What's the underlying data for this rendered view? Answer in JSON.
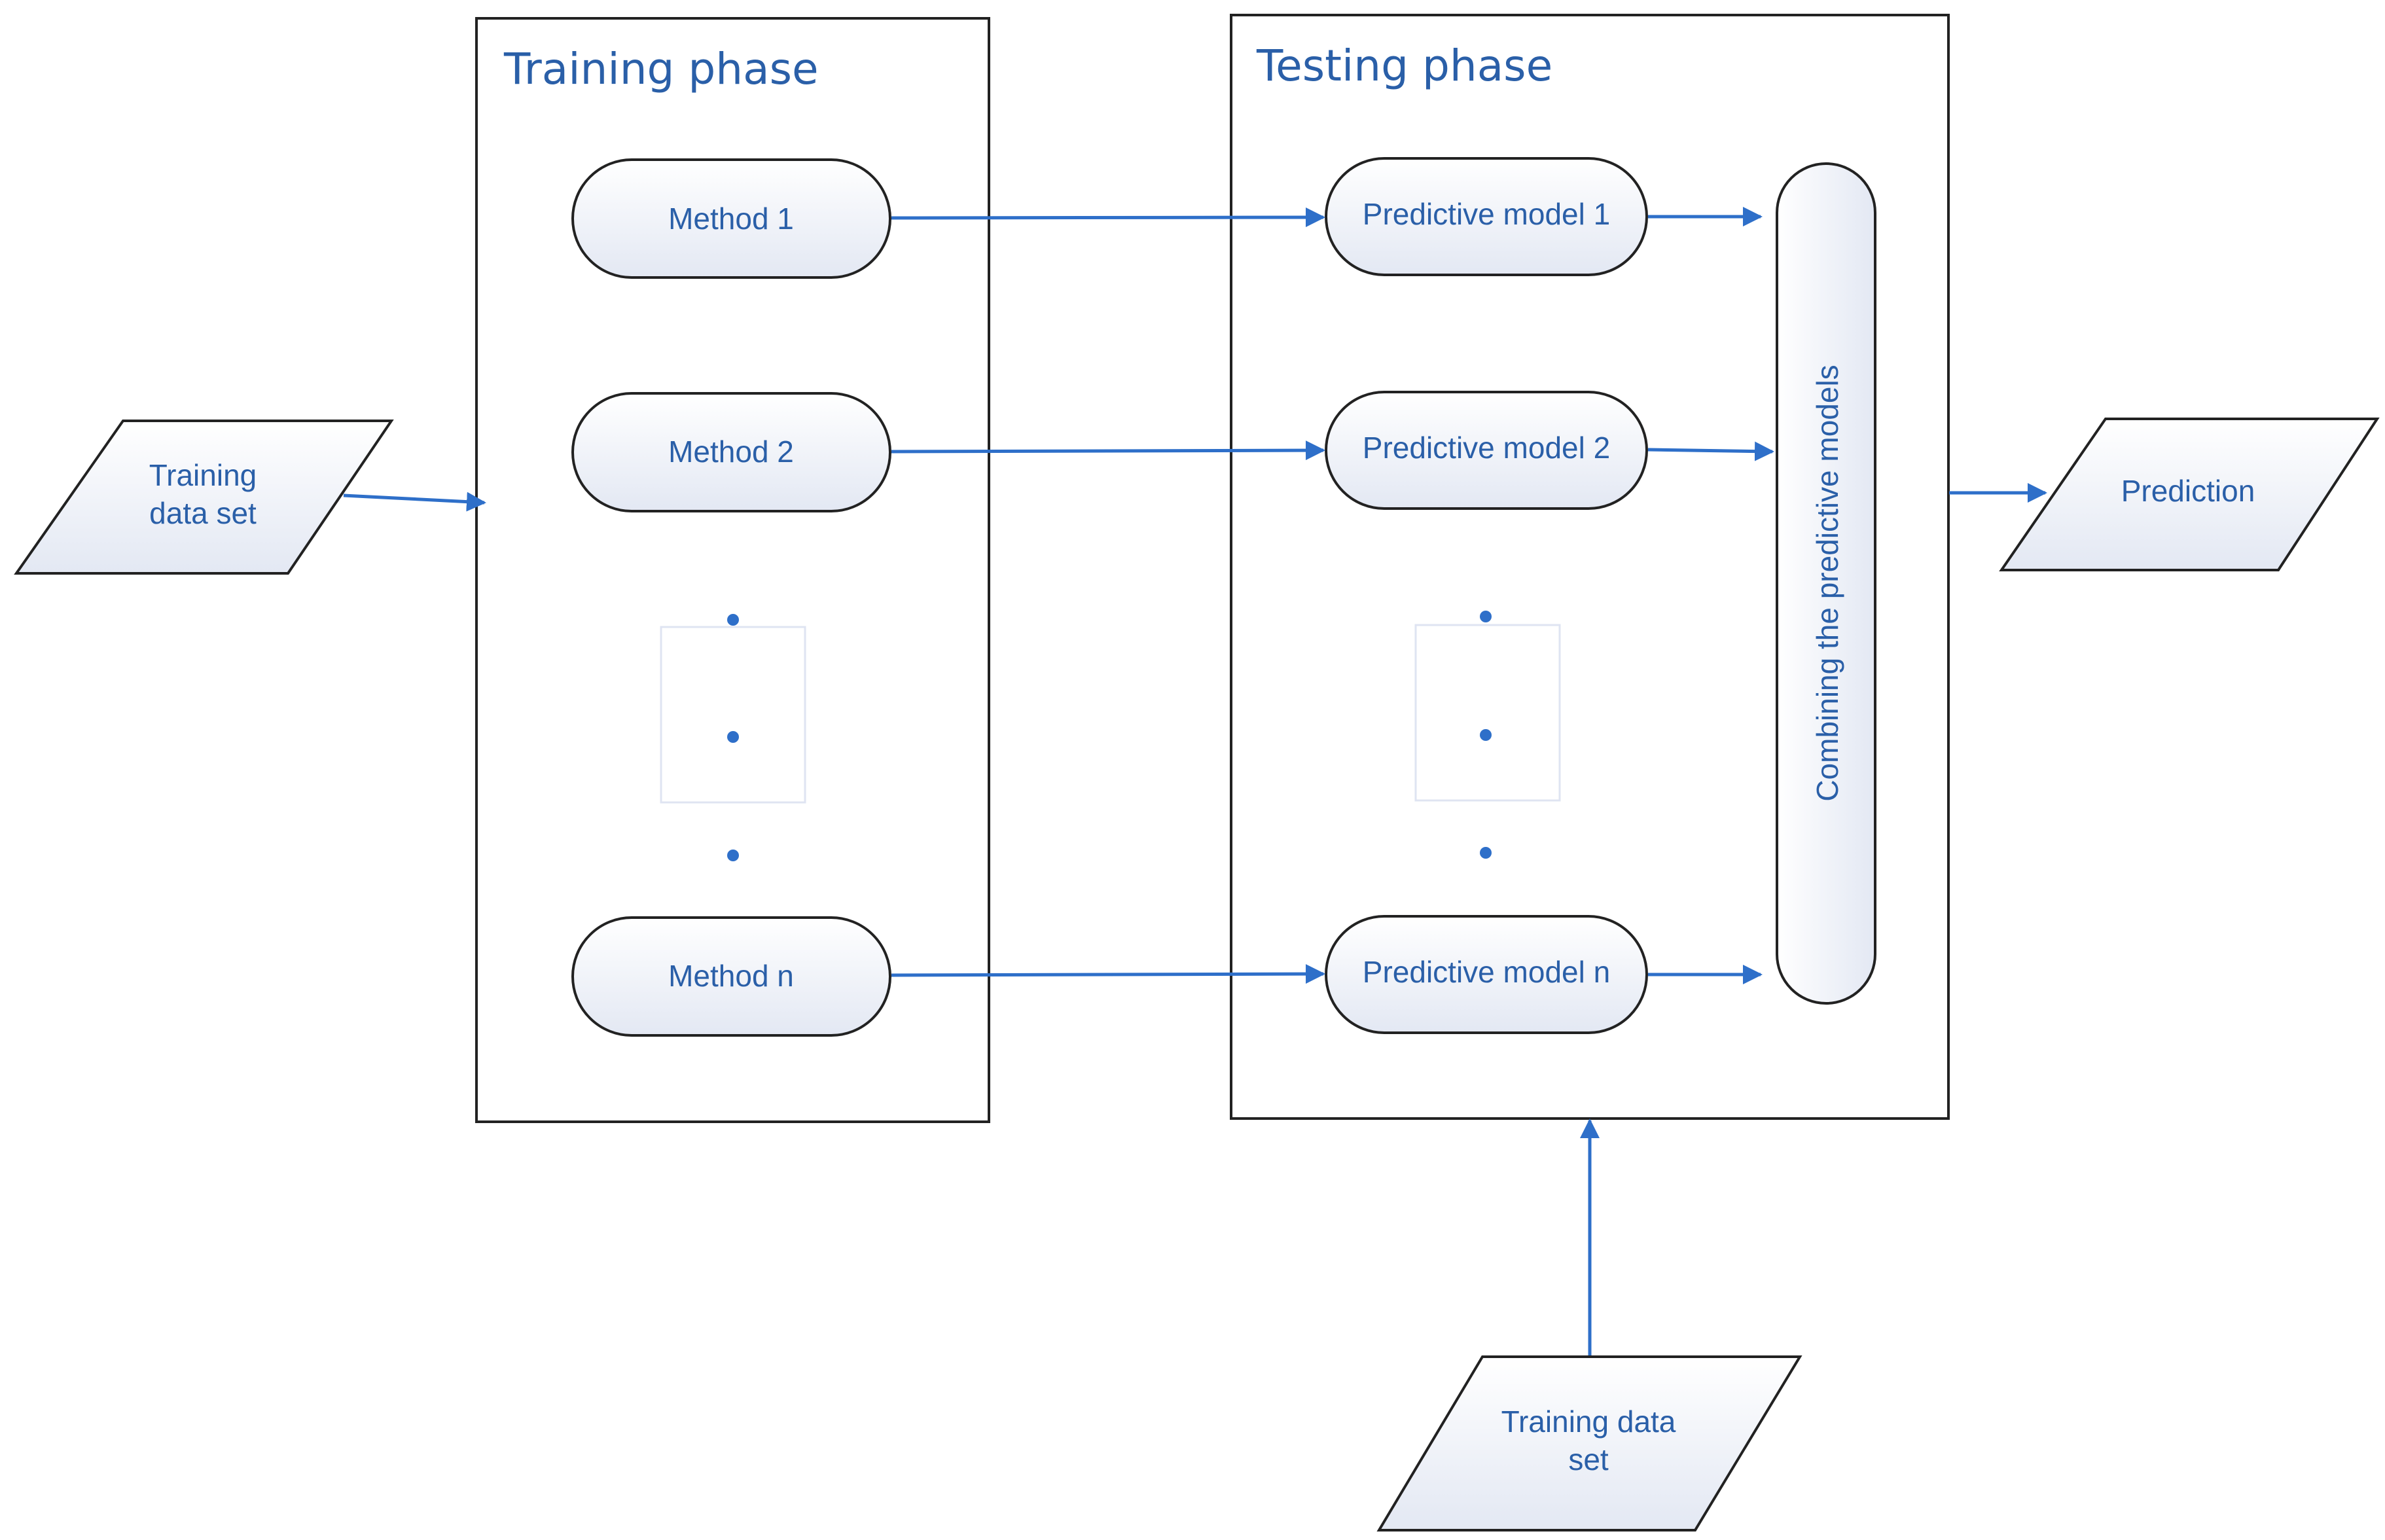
{
  "phases": {
    "training": {
      "title": "Training phase"
    },
    "testing": {
      "title": "Testing phase"
    }
  },
  "methods": [
    "Method 1",
    "Method 2",
    "Method n"
  ],
  "models": [
    "Predictive model 1",
    "Predictive model 2",
    "Predictive model n"
  ],
  "combiner": {
    "label": "Combining the predictive models"
  },
  "inputs": {
    "left": {
      "line1": "Training",
      "line2": "data set"
    },
    "bottom": {
      "line1": "Training data",
      "line2": "set"
    }
  },
  "output": {
    "label": "Prediction"
  },
  "colors": {
    "text": "#2a5fa8",
    "arrow": "#2e6fc9",
    "border": "#222222",
    "node_fill_top": "#ffffff",
    "node_fill_bottom": "#e3e8f3",
    "dots": "#2e6fc9"
  }
}
